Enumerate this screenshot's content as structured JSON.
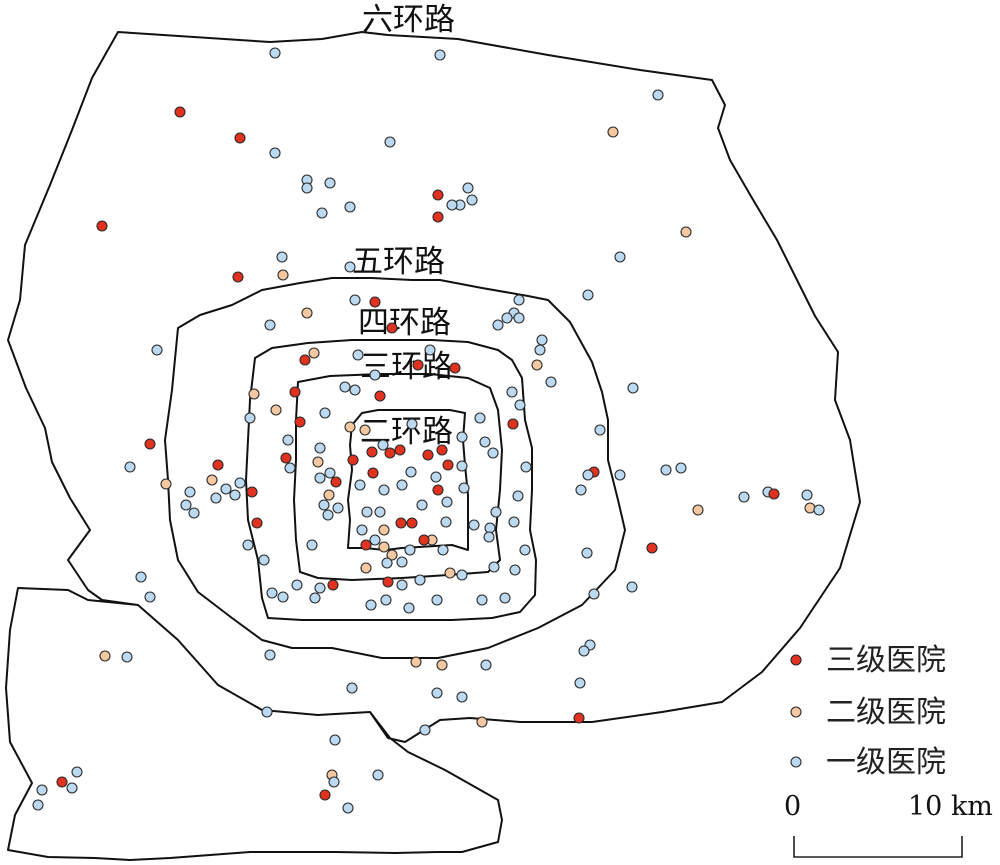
{
  "colors": {
    "tertiary": "#e0321f",
    "secondary": "#f4c8a0",
    "primary": "#bcd9f2",
    "ring": "#111111",
    "background": "#ffffff"
  },
  "rings": [
    {
      "id": "ring6",
      "label": "六环路"
    },
    {
      "id": "ring5",
      "label": "五环路"
    },
    {
      "id": "ring4",
      "label": "四环路"
    },
    {
      "id": "ring3",
      "label": "三环路"
    },
    {
      "id": "ring2",
      "label": "二环路"
    }
  ],
  "legend": [
    {
      "level": "tertiary",
      "label": "三级医院"
    },
    {
      "level": "secondary",
      "label": "二级医院"
    },
    {
      "level": "primary",
      "label": "一级医院"
    }
  ],
  "scale": {
    "start_label": "0",
    "end_label": "10 km"
  }
}
